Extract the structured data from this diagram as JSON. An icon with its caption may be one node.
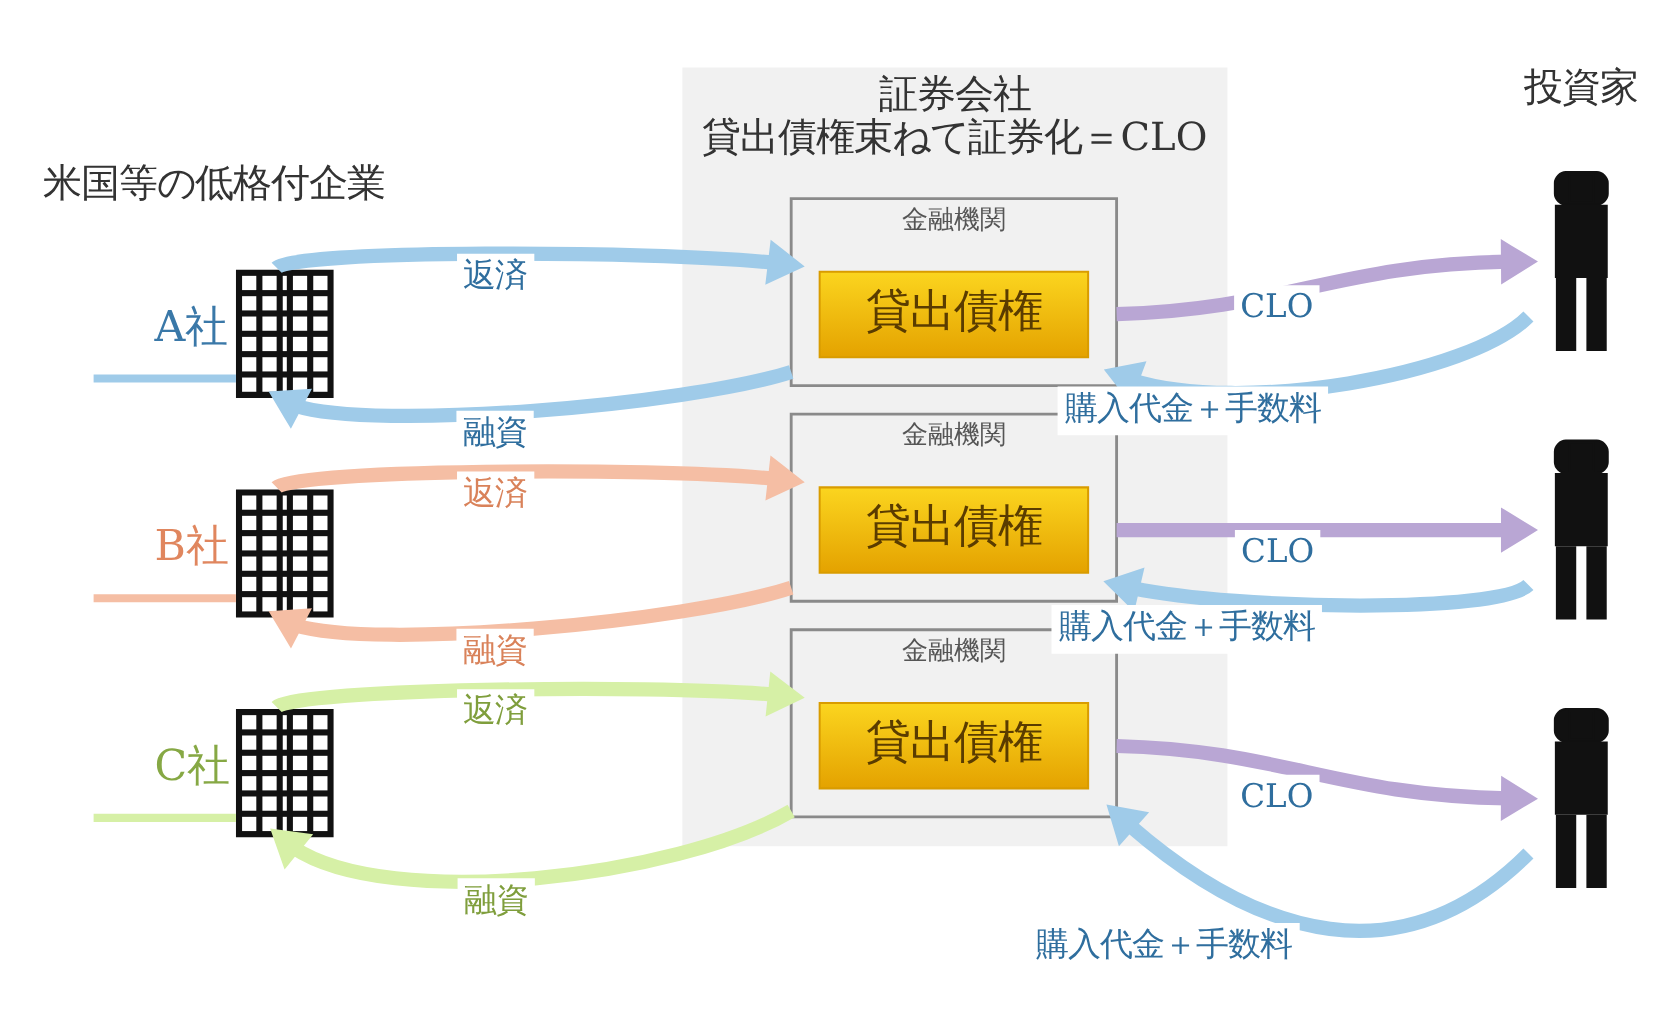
{
  "diagram": {
    "nodes": [
      {
        "text": [
          "証券会社",
          "貸出債権束ねて証券化＝CLO"
        ]
      },
      {
        "text": [
          "A社"
        ]
      },
      {
        "text": [
          "金融機関"
        ],
        "in": 0
      },
      {
        "text": [
          "貸出債権"
        ],
        "in": 2
      },
      {
        "text": [],
        "shape": "person"
      },
      {
        "text": [
          "B社"
        ]
      },
      {
        "text": [
          "金融機関"
        ],
        "in": 0
      },
      {
        "text": [
          "貸出債権"
        ],
        "in": 6
      },
      {
        "text": [],
        "shape": "person"
      },
      {
        "text": [
          "C社"
        ]
      },
      {
        "text": [
          "金融機関"
        ],
        "in": 0
      },
      {
        "text": [
          "貸出債権"
        ],
        "in": 10
      },
      {
        "text": [],
        "shape": "person"
      }
    ],
    "edges": [
      {
        "from": 1,
        "to": 2,
        "arrow": "to",
        "label": "返済",
        "color": "#9fcbe9"
      },
      {
        "from": 2,
        "to": 1,
        "arrow": "to",
        "label": "融資",
        "color": "#9fcbe9"
      },
      {
        "from": 2,
        "to": 4,
        "arrow": "to",
        "label": "CLO",
        "color": "#b9a6d4"
      },
      {
        "from": 4,
        "to": 2,
        "arrow": "to",
        "label": "購入代金＋手数料",
        "color": "#9fcbe9"
      },
      {
        "from": 5,
        "to": 6,
        "arrow": "to",
        "label": "返済",
        "color": "#f5bea4"
      },
      {
        "from": 6,
        "to": 5,
        "arrow": "to",
        "label": "融資",
        "color": "#f5bea4"
      },
      {
        "from": 6,
        "to": 8,
        "arrow": "to",
        "label": "CLO",
        "color": "#b9a6d4"
      },
      {
        "from": 8,
        "to": 6,
        "arrow": "to",
        "label": "購入代金＋手数料",
        "color": "#9fcbe9"
      },
      {
        "from": 9,
        "to": 10,
        "arrow": "to",
        "label": "返済",
        "color": "#d6f0a6"
      },
      {
        "from": 10,
        "to": 9,
        "arrow": "to",
        "label": "融資",
        "color": "#d6f0a6"
      },
      {
        "from": 10,
        "to": 12,
        "arrow": "to",
        "label": "CLO",
        "color": "#b9a6d4"
      },
      {
        "from": 12,
        "to": 10,
        "arrow": "to",
        "label": "購入代金＋手数料",
        "color": "#9fcbe9"
      }
    ],
    "labels": [
      "米国等の低格付企業",
      "投資家"
    ]
  }
}
